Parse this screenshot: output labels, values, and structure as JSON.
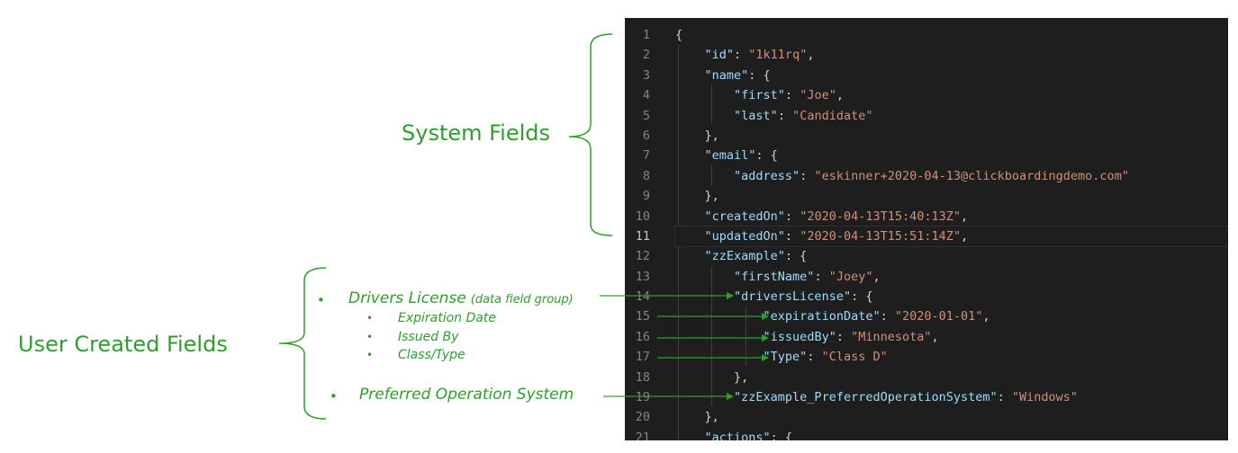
{
  "colors": {
    "annotation_green": "#2ca02c",
    "editor_bg": "#1e1e1e",
    "key": "#9cdcfe",
    "string": "#ce9178",
    "punct": "#d4d4d4",
    "line_number": "#858585"
  },
  "annotations": {
    "system_fields": "System Fields",
    "user_created_fields": "User Created Fields",
    "bullet": "•",
    "drivers_license": "Drivers License",
    "data_field_group": "(data field group)",
    "expiration_date": "Expiration Date",
    "issued_by": "Issued By",
    "class_type": "Class/Type",
    "preferred_os": "Preferred Operation System"
  },
  "editor": {
    "active_line": 11,
    "lines": [
      {
        "num": "1",
        "indent": 0,
        "parts": [
          {
            "t": "{",
            "c": "p"
          }
        ]
      },
      {
        "num": "2",
        "indent": 1,
        "parts": [
          {
            "t": "\"id\"",
            "c": "k"
          },
          {
            "t": ": ",
            "c": "p"
          },
          {
            "t": "\"1k11rq\"",
            "c": "s"
          },
          {
            "t": ",",
            "c": "p"
          }
        ]
      },
      {
        "num": "3",
        "indent": 1,
        "parts": [
          {
            "t": "\"name\"",
            "c": "k"
          },
          {
            "t": ": {",
            "c": "p"
          }
        ]
      },
      {
        "num": "4",
        "indent": 2,
        "parts": [
          {
            "t": "\"first\"",
            "c": "k"
          },
          {
            "t": ": ",
            "c": "p"
          },
          {
            "t": "\"Joe\"",
            "c": "s"
          },
          {
            "t": ",",
            "c": "p"
          }
        ]
      },
      {
        "num": "5",
        "indent": 2,
        "parts": [
          {
            "t": "\"last\"",
            "c": "k"
          },
          {
            "t": ": ",
            "c": "p"
          },
          {
            "t": "\"Candidate\"",
            "c": "s"
          }
        ]
      },
      {
        "num": "6",
        "indent": 1,
        "parts": [
          {
            "t": "},",
            "c": "p"
          }
        ]
      },
      {
        "num": "7",
        "indent": 1,
        "parts": [
          {
            "t": "\"email\"",
            "c": "k"
          },
          {
            "t": ": {",
            "c": "p"
          }
        ]
      },
      {
        "num": "8",
        "indent": 2,
        "parts": [
          {
            "t": "\"address\"",
            "c": "k"
          },
          {
            "t": ": ",
            "c": "p"
          },
          {
            "t": "\"eskinner+2020-04-13@clickboardingdemo.com\"",
            "c": "s"
          }
        ]
      },
      {
        "num": "9",
        "indent": 1,
        "parts": [
          {
            "t": "},",
            "c": "p"
          }
        ]
      },
      {
        "num": "10",
        "indent": 1,
        "parts": [
          {
            "t": "\"createdOn\"",
            "c": "k"
          },
          {
            "t": ": ",
            "c": "p"
          },
          {
            "t": "\"2020-04-13T15:40:13Z\"",
            "c": "s"
          },
          {
            "t": ",",
            "c": "p"
          }
        ]
      },
      {
        "num": "11",
        "indent": 1,
        "parts": [
          {
            "t": "\"updatedOn\"",
            "c": "k"
          },
          {
            "t": ": ",
            "c": "p"
          },
          {
            "t": "\"2020-04-13T15:51:14Z\"",
            "c": "s"
          },
          {
            "t": ",",
            "c": "p"
          }
        ]
      },
      {
        "num": "12",
        "indent": 1,
        "parts": [
          {
            "t": "\"zzExample\"",
            "c": "k"
          },
          {
            "t": ": {",
            "c": "p"
          }
        ]
      },
      {
        "num": "13",
        "indent": 2,
        "parts": [
          {
            "t": "\"firstName\"",
            "c": "k"
          },
          {
            "t": ": ",
            "c": "p"
          },
          {
            "t": "\"Joey\"",
            "c": "s"
          },
          {
            "t": ",",
            "c": "p"
          }
        ]
      },
      {
        "num": "14",
        "indent": 2,
        "parts": [
          {
            "t": "\"driversLicense\"",
            "c": "k"
          },
          {
            "t": ": {",
            "c": "p"
          }
        ]
      },
      {
        "num": "15",
        "indent": 3,
        "parts": [
          {
            "t": "\"expirationDate\"",
            "c": "k"
          },
          {
            "t": ": ",
            "c": "p"
          },
          {
            "t": "\"2020-01-01\"",
            "c": "s"
          },
          {
            "t": ",",
            "c": "p"
          }
        ]
      },
      {
        "num": "16",
        "indent": 3,
        "parts": [
          {
            "t": "\"issuedBy\"",
            "c": "k"
          },
          {
            "t": ": ",
            "c": "p"
          },
          {
            "t": "\"Minnesota\"",
            "c": "s"
          },
          {
            "t": ",",
            "c": "p"
          }
        ]
      },
      {
        "num": "17",
        "indent": 3,
        "parts": [
          {
            "t": "\"Type\"",
            "c": "k"
          },
          {
            "t": ": ",
            "c": "p"
          },
          {
            "t": "\"Class D\"",
            "c": "s"
          }
        ]
      },
      {
        "num": "18",
        "indent": 2,
        "parts": [
          {
            "t": "},",
            "c": "p"
          }
        ]
      },
      {
        "num": "19",
        "indent": 2,
        "parts": [
          {
            "t": "\"zzExample_PreferredOperationSystem\"",
            "c": "k"
          },
          {
            "t": ": ",
            "c": "p"
          },
          {
            "t": "\"Windows\"",
            "c": "s"
          }
        ]
      },
      {
        "num": "20",
        "indent": 1,
        "parts": [
          {
            "t": "},",
            "c": "p"
          }
        ]
      },
      {
        "num": "21",
        "indent": 1,
        "parts": [
          {
            "t": "\"actions\"",
            "c": "k"
          },
          {
            "t": ": {",
            "c": "p"
          }
        ]
      }
    ]
  }
}
